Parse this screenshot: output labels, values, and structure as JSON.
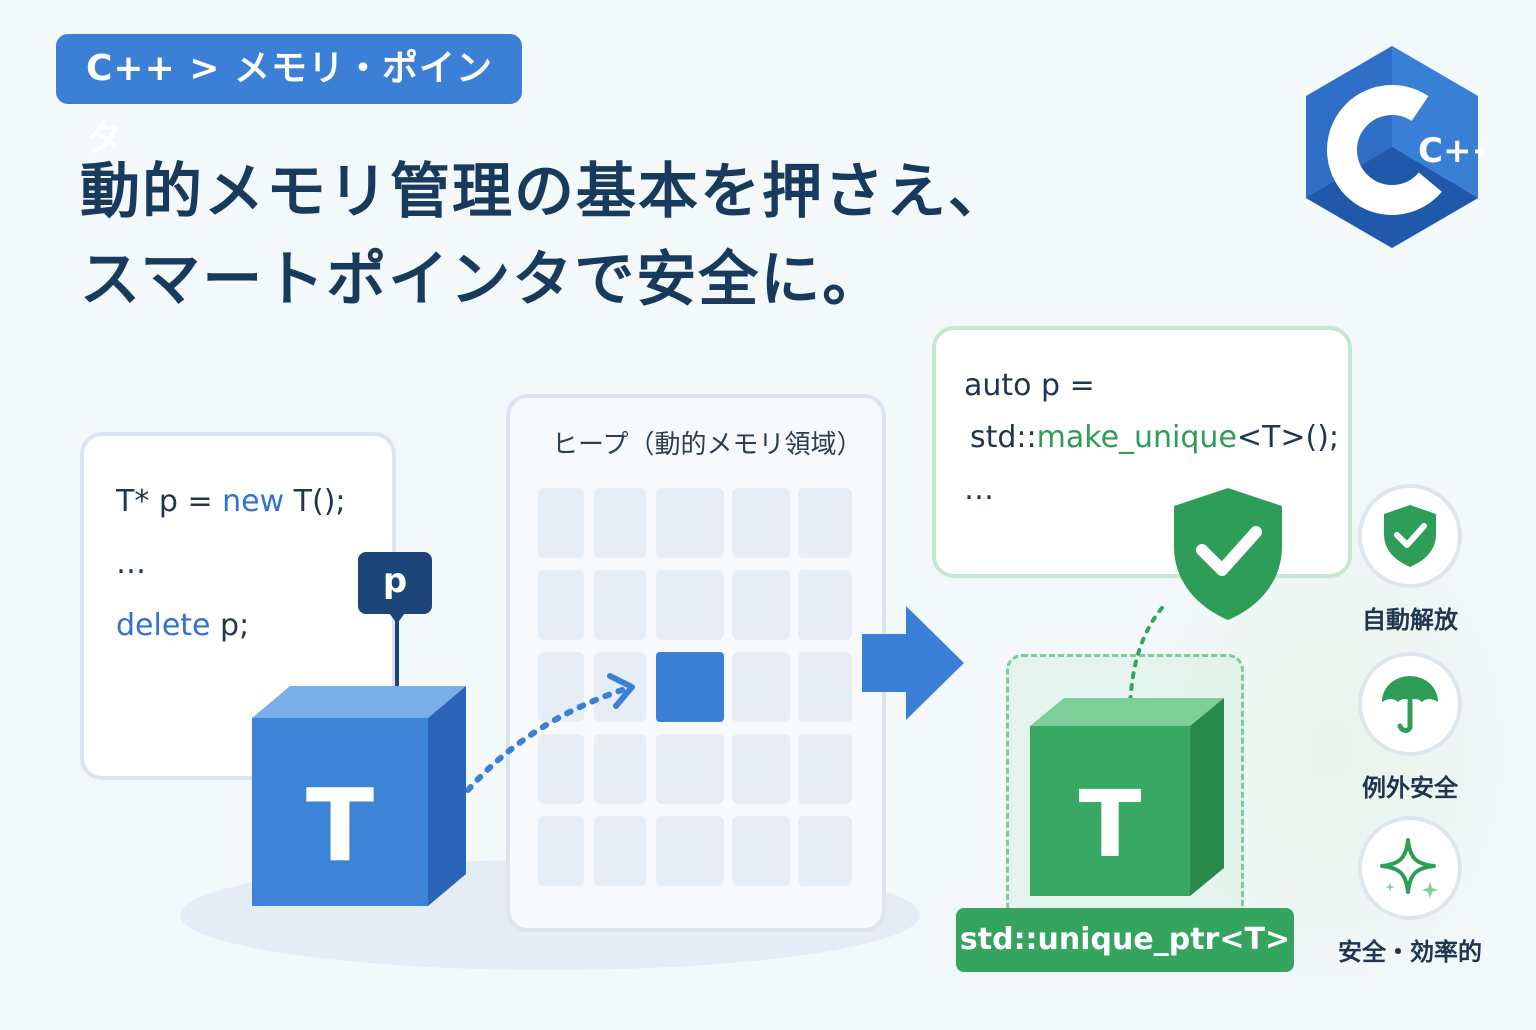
{
  "breadcrumb": {
    "label": "C++ > メモリ・ポインタ"
  },
  "headline": {
    "line1": "動的メモリ管理の基本を押さえ、",
    "line2": "スマートポインタで安全に。"
  },
  "logo": {
    "text": "C++"
  },
  "raw_code": {
    "line1_a": "T* p = ",
    "line1_kw": "new",
    "line1_b": " T();",
    "line2": "…",
    "line3_kw": "delete",
    "line3_b": " p;"
  },
  "pointer_tag": {
    "label": "p"
  },
  "raw_object": {
    "label": "T"
  },
  "heap": {
    "title": "ヒープ（動的メモリ領域）",
    "rows": 5,
    "cols": 5,
    "active_cell": {
      "row": 3,
      "col": 3
    }
  },
  "smart_code": {
    "line1": "auto p =",
    "line2_a": "std::",
    "line2_kw": "make_unique",
    "line2_b": "<T>();",
    "line3": "…"
  },
  "smart_object": {
    "label": "T"
  },
  "smart_ptr_label": "std::unique_ptr<T>",
  "features": [
    {
      "label": "自動解放",
      "icon": "shield-check-icon"
    },
    {
      "label": "例外安全",
      "icon": "umbrella-icon"
    },
    {
      "label": "安全・効率的",
      "icon": "sparkle-icon"
    }
  ],
  "colors": {
    "blue": "#3b7fd6",
    "navy": "#183a5c",
    "green": "#35a45f",
    "background": "#f3f8fb"
  }
}
